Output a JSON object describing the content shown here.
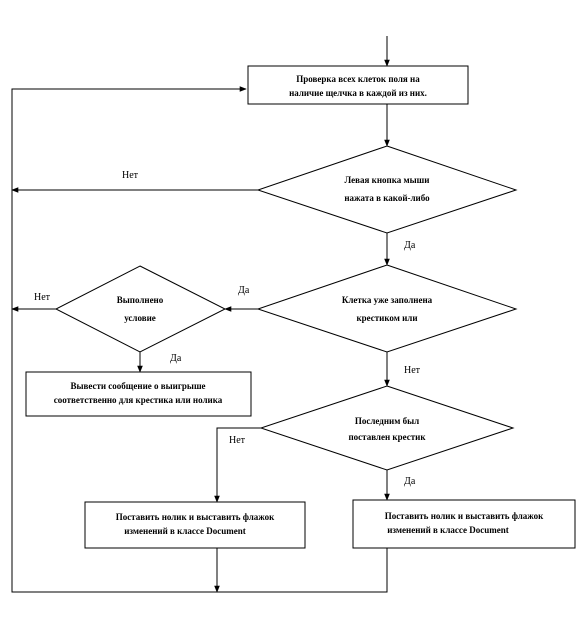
{
  "diagram": {
    "nodes": {
      "check_cells": {
        "line1": "Проверка всех клеток поля на",
        "line2": "наличие щелчка в каждой из них."
      },
      "left_button": {
        "line1": "Левая кнопка мыши",
        "line2": "нажата в какой-либо"
      },
      "cell_filled": {
        "line1": "Клетка уже заполнена",
        "line2": "крестиком или"
      },
      "condition": {
        "line1": "Выполнено",
        "line2": "условие"
      },
      "win_message": {
        "line1": "Вывести сообщение о выигрыше",
        "line2": "соответственно для крестика или нолика"
      },
      "last_cross": {
        "line1": "Последним был",
        "line2": "поставлен крестик"
      },
      "put_zero_left": {
        "line1": "Поставить нолик и выставить флажок",
        "line2": "изменений  в классе Document"
      },
      "put_zero_right": {
        "line1": "Поставить нолик и выставить флажок",
        "line2": "изменений  в классе Document"
      }
    },
    "edge_labels": {
      "left_button_no": "Нет",
      "left_button_yes": "Да",
      "cell_filled_yes": "Да",
      "cell_filled_no": "Нет",
      "condition_no": "Нет",
      "condition_yes": "Да",
      "last_cross_no": "Нет",
      "last_cross_yes": "Да"
    }
  }
}
